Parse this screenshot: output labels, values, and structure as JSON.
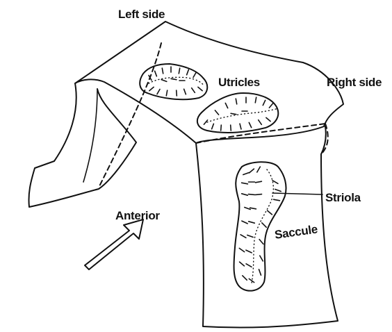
{
  "labels": {
    "left_side": "Left side",
    "right_side": "Right side",
    "utricles": "Utricles",
    "striola": "Striola",
    "saccule": "Saccule",
    "anterior": "Anterior"
  },
  "colors": {
    "ink": "#111111",
    "background": "#ffffff"
  }
}
